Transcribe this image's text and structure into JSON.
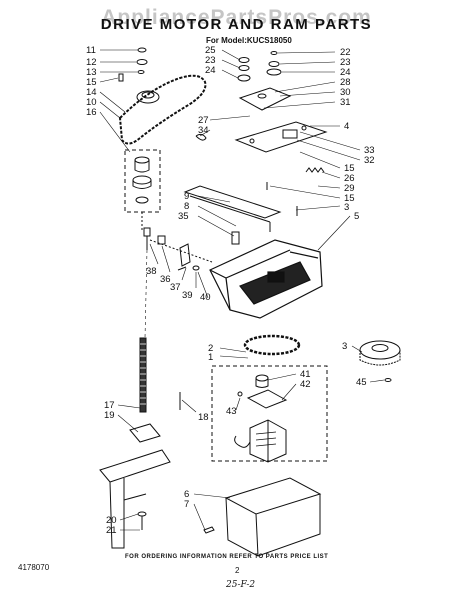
{
  "watermark": "AppliancePartsPros.com",
  "header": {
    "title": "DRIVE MOTOR AND RAM PARTS",
    "model": "For Model:KUCS18050"
  },
  "footer": {
    "doc_number": "4178070",
    "order_note": "FOR ORDERING INFORMATION REFER TO PARTS PRICE LIST",
    "page_number": "2",
    "handwritten": "25-F-2"
  },
  "callouts": [
    "11",
    "12",
    "13",
    "15",
    "14",
    "10",
    "16",
    "25",
    "23",
    "24",
    "22",
    "23",
    "24",
    "28",
    "30",
    "31",
    "27",
    "34",
    "33",
    "4",
    "32",
    "15",
    "26",
    "29",
    "15",
    "3",
    "5",
    "9",
    "8",
    "35",
    "38",
    "36",
    "37",
    "39",
    "40",
    "2",
    "1",
    "41",
    "42",
    "43",
    "3",
    "45",
    "17",
    "19",
    "18",
    "20",
    "21",
    "6",
    "7"
  ]
}
